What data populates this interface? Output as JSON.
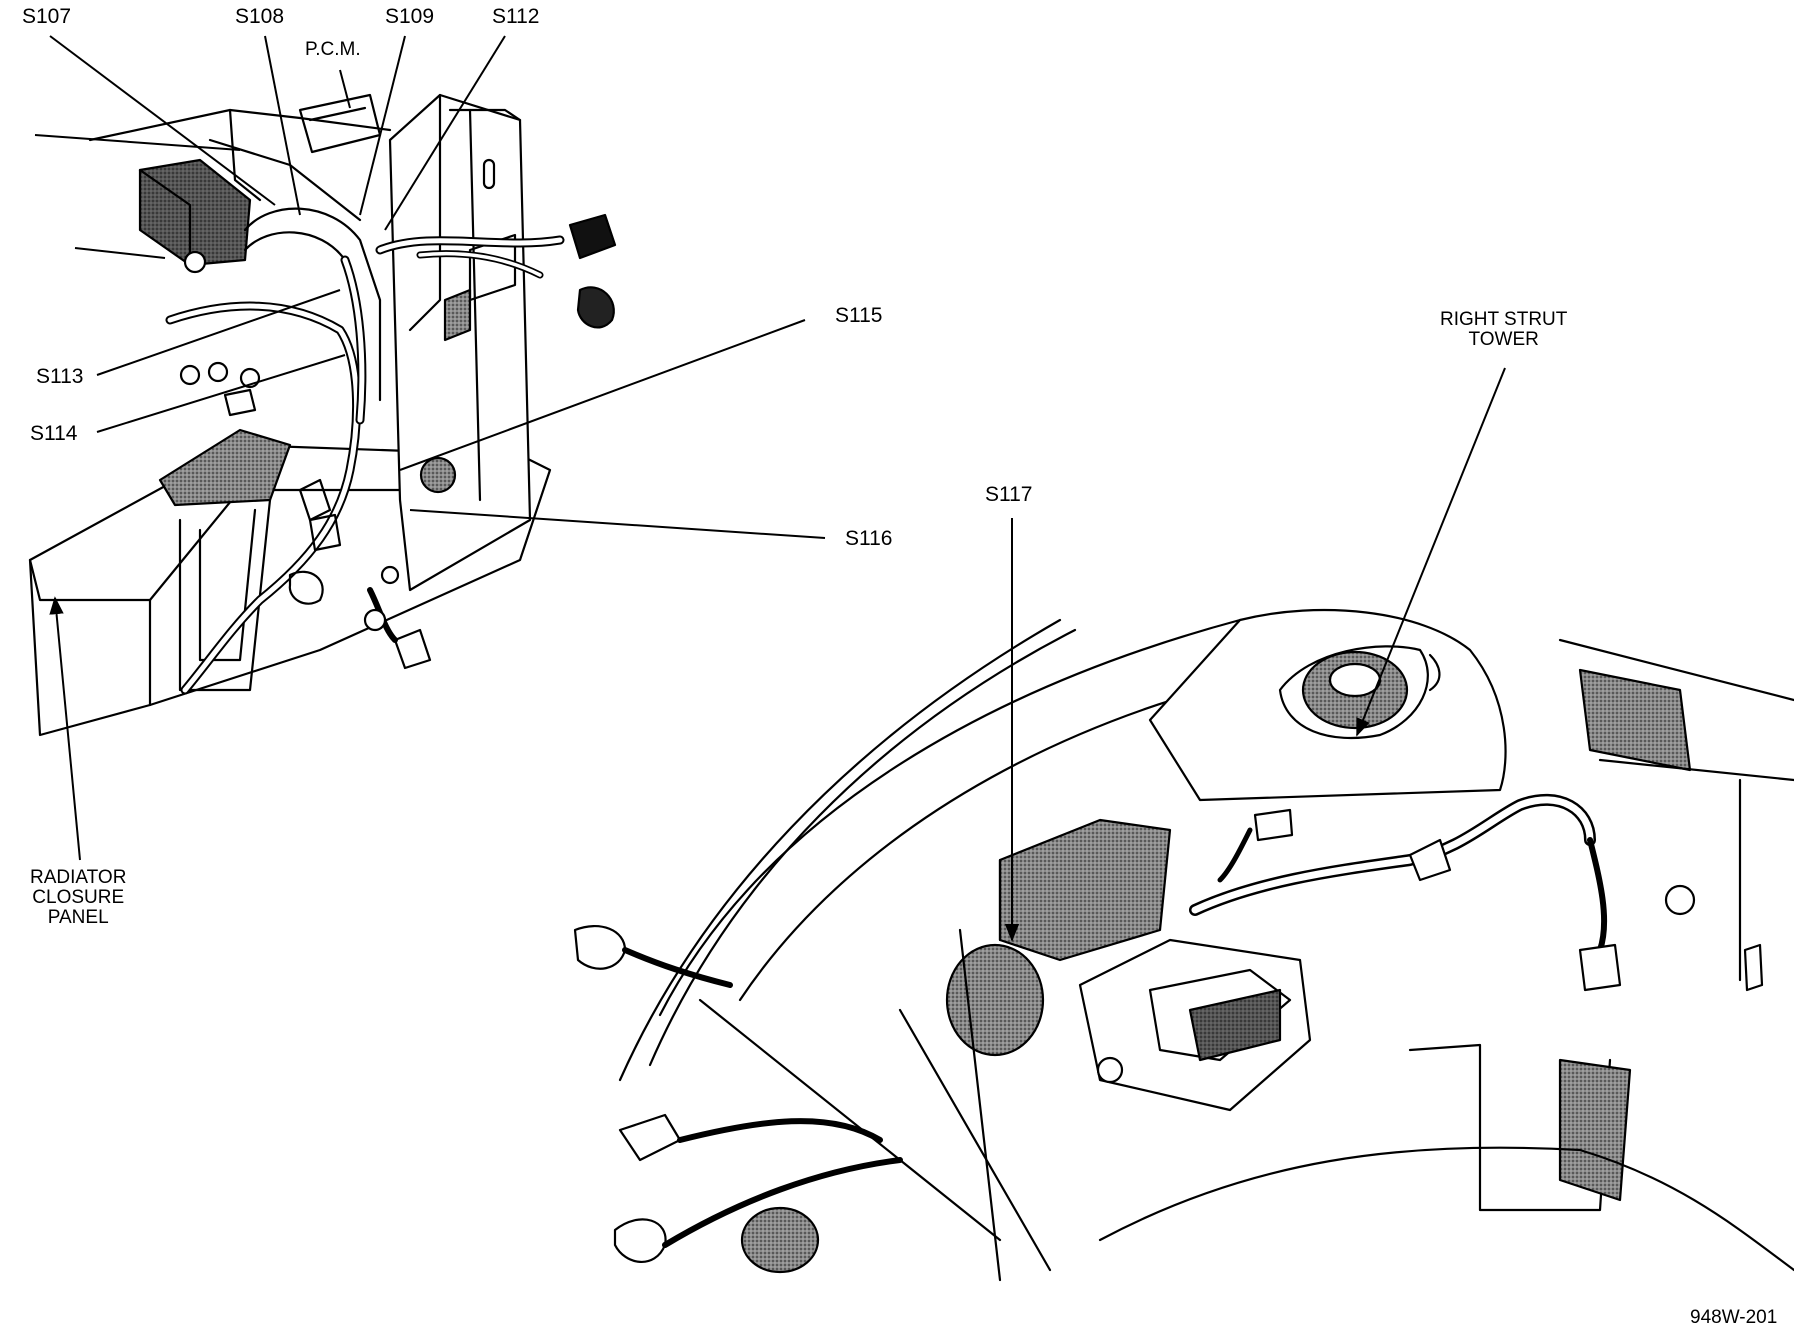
{
  "labels": {
    "s107": "S107",
    "s108": "S108",
    "s109": "S109",
    "s112": "S112",
    "pcm": "P.C.M.",
    "s113": "S113",
    "s114": "S114",
    "s115": "S115",
    "s116": "S116",
    "s117": "S117",
    "radiator": [
      "RADIATOR",
      "CLOSURE",
      "PANEL"
    ],
    "strut": [
      "RIGHT STRUT",
      "TOWER"
    ],
    "figure_code": "948W-201"
  }
}
